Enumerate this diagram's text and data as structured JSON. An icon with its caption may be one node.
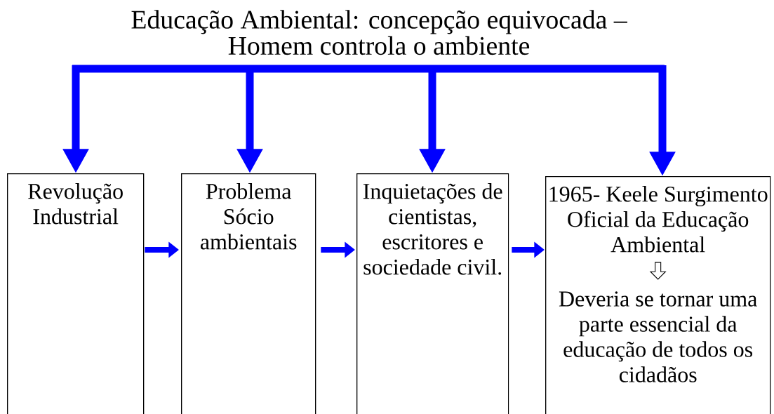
{
  "diagram": {
    "title": "Educação Ambiental: concepção equivocada – Homem controla o ambiente",
    "nodes": [
      {
        "text": [
          "Revolução Industrial"
        ]
      },
      {
        "text": [
          "Problema Sócio ambientais"
        ]
      },
      {
        "text": [
          "Inquietações de cientistas, escritores e sociedade civil."
        ]
      },
      {
        "text": [
          "1965- Keele Surgimento Oficial da Educação Ambiental",
          "Deveria se tornar uma parte essencial da educação de todos os cidadãos"
        ]
      }
    ],
    "edges": [
      {
        "from": null,
        "to": 0,
        "arrow": "to"
      },
      {
        "from": null,
        "to": 1,
        "arrow": "to"
      },
      {
        "from": null,
        "to": 2,
        "arrow": "to"
      },
      {
        "from": null,
        "to": 3,
        "arrow": "to"
      },
      {
        "from": 0,
        "to": 1,
        "arrow": "to"
      },
      {
        "from": 1,
        "to": 2,
        "arrow": "to"
      },
      {
        "from": 2,
        "to": 3,
        "arrow": "to"
      }
    ]
  }
}
